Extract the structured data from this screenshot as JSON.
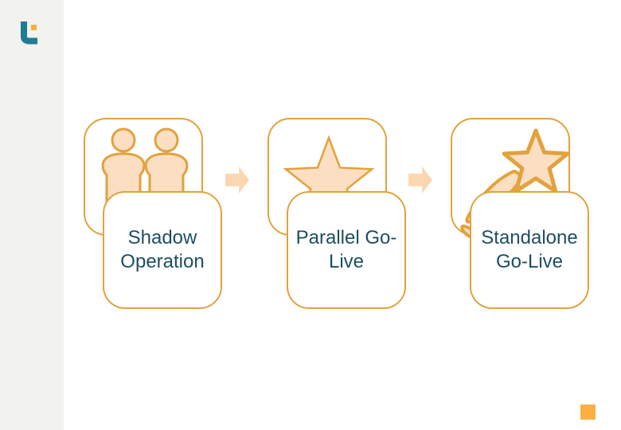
{
  "colors": {
    "background": "#FFFFFF",
    "sidebar": "#F2F2EE",
    "box-border": "#E2A23C",
    "icon-fill": "#FCDEC2",
    "icon-stroke": "#E2A23C",
    "arrow-fill": "#FBD7B1",
    "label-text": "#1D4F61",
    "logo-teal": "#1B7E95",
    "logo-orange": "#FBAE3C",
    "corner-square": "#FBB042"
  },
  "steps": [
    {
      "label": "Shadow\nOperation",
      "icon": "two-people-icon"
    },
    {
      "label": "Parallel Go-\nLive",
      "icon": "star-icon"
    },
    {
      "label": "Standalone\nGo-Live",
      "icon": "shooting-star-icon"
    }
  ]
}
